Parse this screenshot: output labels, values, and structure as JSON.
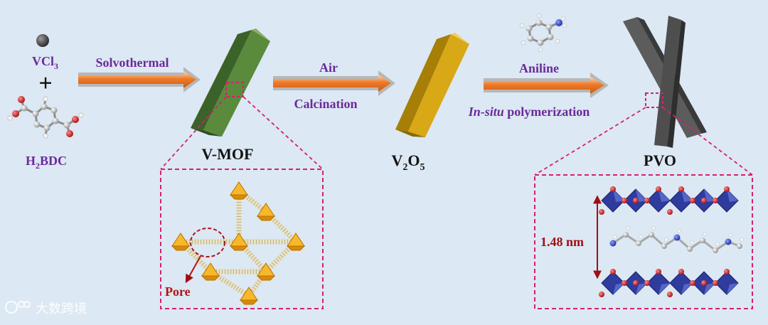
{
  "colors": {
    "background": "#dce8f3",
    "label_purple": "#6a2a9a",
    "label_dark": "#141414",
    "pink_dashed": "#d4226e",
    "arrow_orange": "#ef7a2a",
    "arrow_grey": "#b7b7b7",
    "mof_green": "#4f7c35",
    "v2o5_gold": "#c79a10",
    "pvo_grey": "#4e4e4e",
    "crystal_orange": "#f3a91a",
    "poly_blue": "#243a9e",
    "oxygen_red": "#c81414",
    "dim_red": "#a10e12"
  },
  "reagents": {
    "vcl3": {
      "main": "VCl",
      "sub": "3"
    },
    "plus": "+",
    "h2bdc": {
      "pre": "H",
      "sub": "2",
      "post": "BDC"
    }
  },
  "arrows": {
    "solvothermal": "Solvothermal",
    "air": "Air",
    "calcination": "Calcination",
    "aniline": "Aniline",
    "insitu_italic": "In-situ",
    "insitu_rest": " polymerization"
  },
  "products": {
    "vmof": "V-MOF",
    "v2o5": {
      "a": "V",
      "a_sub": "2",
      "b": "O",
      "b_sub": "5"
    },
    "pvo": "PVO"
  },
  "insets": {
    "pore_label": "Pore",
    "interlayer": "1.48 nm"
  },
  "watermark": "大数跨境"
}
